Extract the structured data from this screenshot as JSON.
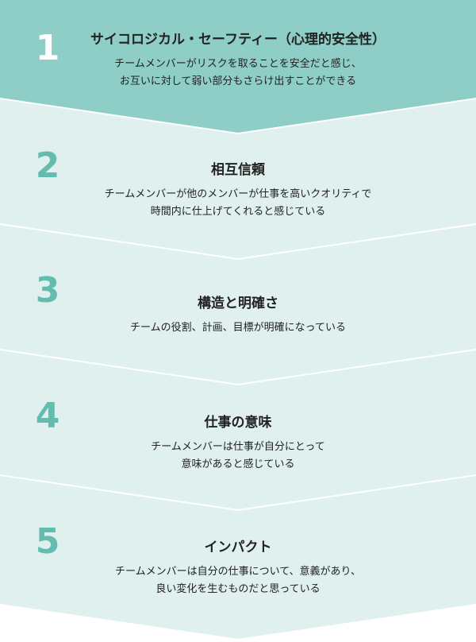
{
  "colors": {
    "first_fill": "#8ecec6",
    "step_fill": "#dff0ee",
    "first_number": "#ffffff",
    "step_number": "#63bcb0",
    "separator": "#ffffff"
  },
  "steps": [
    {
      "number": "1",
      "title": "サイコロジカル・セーフティー（心理的安全性）",
      "description_line1": "チームメンバーがリスクを取ることを安全だと感じ、",
      "description_line2": "お互いに対して弱い部分もさらけ出すことができる"
    },
    {
      "number": "2",
      "title": "相互信頼",
      "description_line1": "チームメンバーが他のメンバーが仕事を高いクオリティで",
      "description_line2": "時間内に仕上げてくれると感じている"
    },
    {
      "number": "3",
      "title": "構造と明確さ",
      "description_line1": "チームの役割、計画、目標が明確になっている",
      "description_line2": ""
    },
    {
      "number": "4",
      "title": "仕事の意味",
      "description_line1": "チームメンバーは仕事が自分にとって",
      "description_line2": "意味があると感じている"
    },
    {
      "number": "5",
      "title": "インパクト",
      "description_line1": "チームメンバーは自分の仕事について、意義があり、",
      "description_line2": "良い変化を生むものだと思っている"
    }
  ]
}
